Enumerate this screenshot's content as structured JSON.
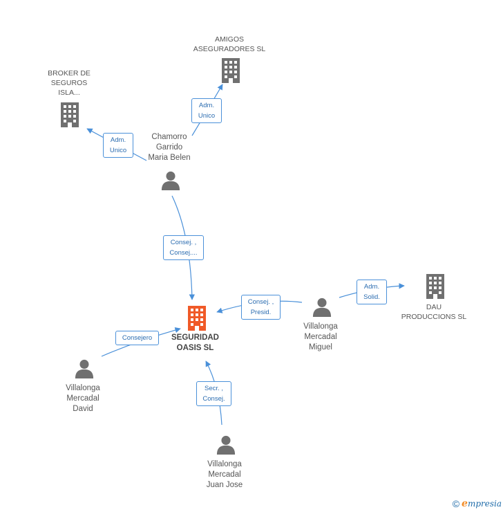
{
  "colors": {
    "edge": "#4a90d9",
    "node_gray": "#707070",
    "node_main": "#f05a28",
    "edge_text": "#2b6cb0"
  },
  "nodes": {
    "seguridad": {
      "label": "SEGURIDAD\nOASIS SL",
      "icon": "building-icon"
    },
    "amigos": {
      "label": "AMIGOS\nASEGURADORES SL",
      "icon": "building-icon"
    },
    "broker": {
      "label": "BROKER DE\nSEGUROS\nISLA...",
      "icon": "building-icon"
    },
    "dau": {
      "label": "DAU\nPRODUCCIONS SL",
      "icon": "building-icon"
    },
    "chamorro": {
      "label": "Chamorro\nGarrido\nMaria Belen",
      "icon": "person-icon"
    },
    "miguel": {
      "label": "Villalonga\nMercadal\nMiguel",
      "icon": "person-icon"
    },
    "david": {
      "label": "Villalonga\nMercadal\nDavid",
      "icon": "person-icon"
    },
    "juanjose": {
      "label": "Villalonga\nMercadal\nJuan Jose",
      "icon": "person-icon"
    }
  },
  "edges": {
    "chamorro_amigos": "Adm.\nUnico",
    "chamorro_broker": "Adm.\nUnico",
    "chamorro_seguridad": "Consej. ,\nConsej....",
    "miguel_seguridad": "Consej. ,\nPresid.",
    "miguel_dau": "Adm.\nSolid.",
    "david_seguridad": "Consejero",
    "juanjose_seguridad": "Secr. ,\nConsej."
  },
  "footer": {
    "copyright": "©",
    "brand_initial": "e",
    "brand_rest": "mpresia"
  }
}
